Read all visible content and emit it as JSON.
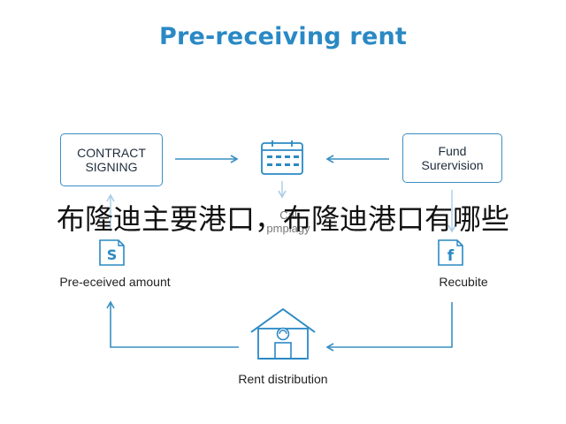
{
  "title": "Pre-receiving rent",
  "nodes": {
    "contract_signing": {
      "line1": "CONTRACT",
      "line2": "SIGNING"
    },
    "fund_supervision": {
      "line1": "Fund",
      "line2": "Surervision"
    },
    "calendar": {
      "line1": "Cal",
      "line2": "pmplagy"
    },
    "pre_received": {
      "label": "Pre-eceived amount"
    },
    "recubite": {
      "label": "Recubite"
    },
    "rent_distribution": {
      "label": "Rent distribution"
    }
  },
  "overlay_text": "布隆迪主要港口，布隆迪港口有哪些",
  "colors": {
    "accent": "#2a89c4",
    "stroke": "#3a8fc2",
    "arrow_light": "#a9cde4"
  },
  "icons": [
    "calendar-icon",
    "dollar-document-icon",
    "facebook-document-icon",
    "house-icon"
  ]
}
